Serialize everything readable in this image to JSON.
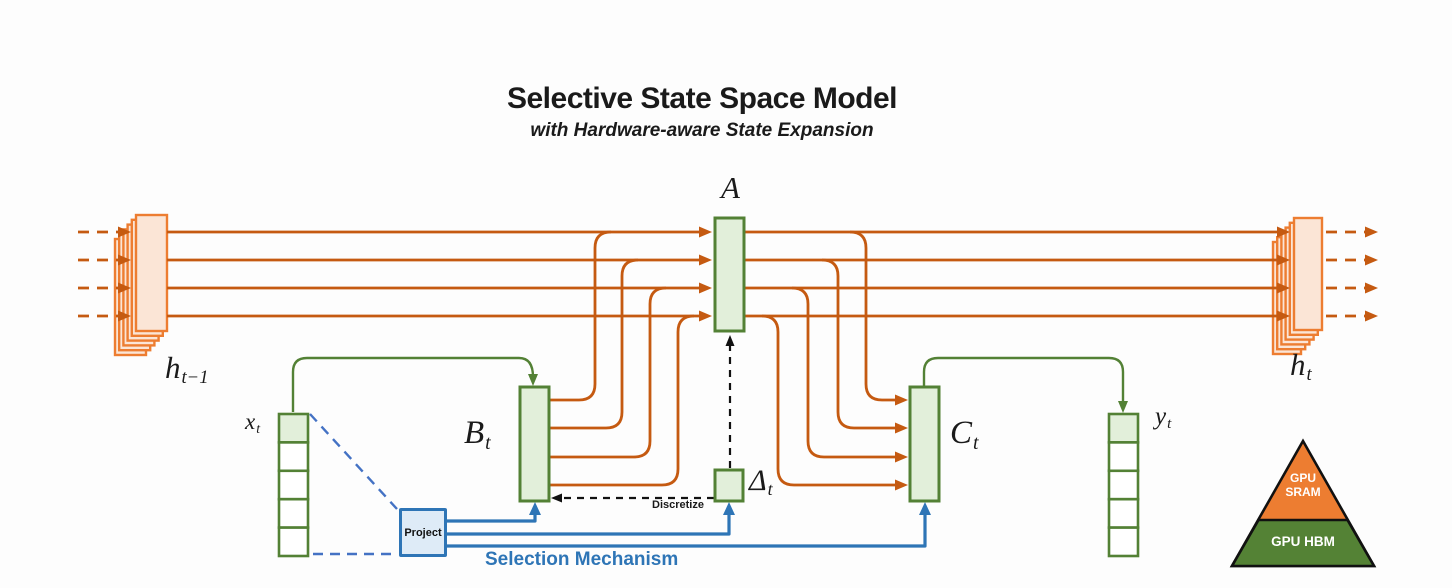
{
  "title": {
    "main": "Selective State Space Model",
    "subtitle": "with Hardware-aware State Expansion"
  },
  "nodes": {
    "h_prev": {
      "base": "h",
      "sub": "t−1"
    },
    "x_t": {
      "base": "x",
      "sub": "t"
    },
    "b_t": {
      "base": "B",
      "sub": "t"
    },
    "a": {
      "base": "A"
    },
    "delta_t": {
      "base": "Δ",
      "sub": "t"
    },
    "c_t": {
      "base": "C",
      "sub": "t"
    },
    "y_t": {
      "base": "y",
      "sub": "t"
    },
    "h_next": {
      "base": "h",
      "sub": "t"
    }
  },
  "annotations": {
    "discretize": "Discretize",
    "selection_mechanism": "Selection Mechanism",
    "project": "Project"
  },
  "legend_pyramid": {
    "sram_line1": "GPU",
    "sram_line2": "SRAM",
    "hbm": "GPU HBM"
  },
  "colors": {
    "orange_line": "#C55A11",
    "stack_border": "#ED7D31",
    "stack_fill": "#FBE5D6",
    "green_border": "#538135",
    "green_fill": "#E2EFDA",
    "blue": "#2E75B6",
    "blue_dashed": "#4472C4",
    "project_fill": "#DEEBF7",
    "pyramid_orange": "#ED7D31",
    "pyramid_green": "#548235",
    "black": "#1a1a1a"
  }
}
